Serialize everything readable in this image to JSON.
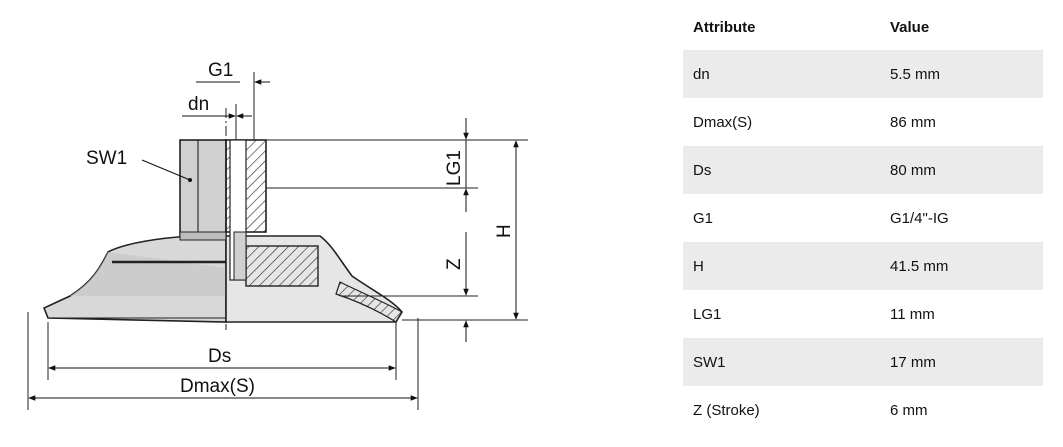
{
  "drawing": {
    "labels": {
      "g1": "G1",
      "dn": "dn",
      "sw1": "SW1",
      "lg1": "LG1",
      "h": "H",
      "z": "Z",
      "ds": "Ds",
      "dmax": "Dmax(S)"
    }
  },
  "table": {
    "headers": {
      "attribute": "Attribute",
      "value": "Value"
    },
    "rows": [
      {
        "attribute": "dn",
        "value": "5.5 mm"
      },
      {
        "attribute": "Dmax(S)",
        "value": "86 mm"
      },
      {
        "attribute": "Ds",
        "value": "80 mm"
      },
      {
        "attribute": "G1",
        "value": "G1/4\"-IG"
      },
      {
        "attribute": "H",
        "value": "41.5 mm"
      },
      {
        "attribute": "LG1",
        "value": "11 mm"
      },
      {
        "attribute": "SW1",
        "value": "17 mm"
      },
      {
        "attribute": "Z (Stroke)",
        "value": "6 mm"
      }
    ]
  }
}
